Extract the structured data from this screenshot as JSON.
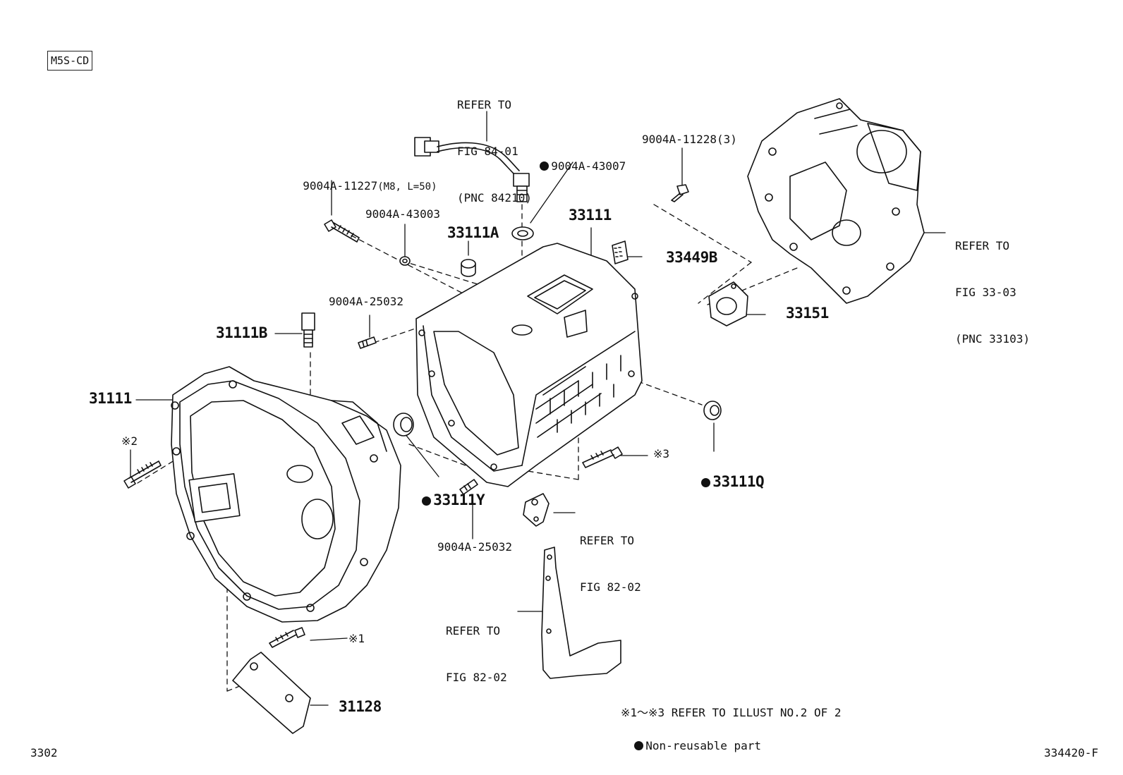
{
  "model_code": "M5S-CD",
  "refs": {
    "fig84": [
      "REFER TO",
      "FIG 84-01",
      "(PNC 84210)"
    ],
    "fig33": [
      "REFER TO",
      "FIG 33-03",
      "(PNC 33103)"
    ],
    "fig82a": [
      "REFER TO",
      "FIG 82-02"
    ],
    "fig82b": [
      "REFER TO",
      "FIG 82-02"
    ]
  },
  "parts": {
    "bolt_11227": "9004A-11227",
    "bolt_11227_spec": "(M8, L=50)",
    "gasket_43007": "9004A-43007",
    "bolt_11228": "9004A-11228(3)",
    "washer_43003": "9004A-43003",
    "case_33111": "33111",
    "plug_33111A": "33111A",
    "breather_33449B": "33449B",
    "pin_25032_top": "9004A-25032",
    "switch_31111B": "31111B",
    "retainer_33151": "33151",
    "housing_31111": "31111",
    "note_2": "※2",
    "note_3": "※3",
    "seal_33111Q": "33111Q",
    "seal_33111Y": "33111Y",
    "pin_25032_bottom": "9004A-25032",
    "note_1": "※1",
    "cover_31128": "31128"
  },
  "footnotes": {
    "refer_illust": "※1～※3 REFER TO ILLUST NO.2 OF 2",
    "non_reusable": "Non-reusable part"
  },
  "page_left": "3302",
  "page_right": "334420-F"
}
